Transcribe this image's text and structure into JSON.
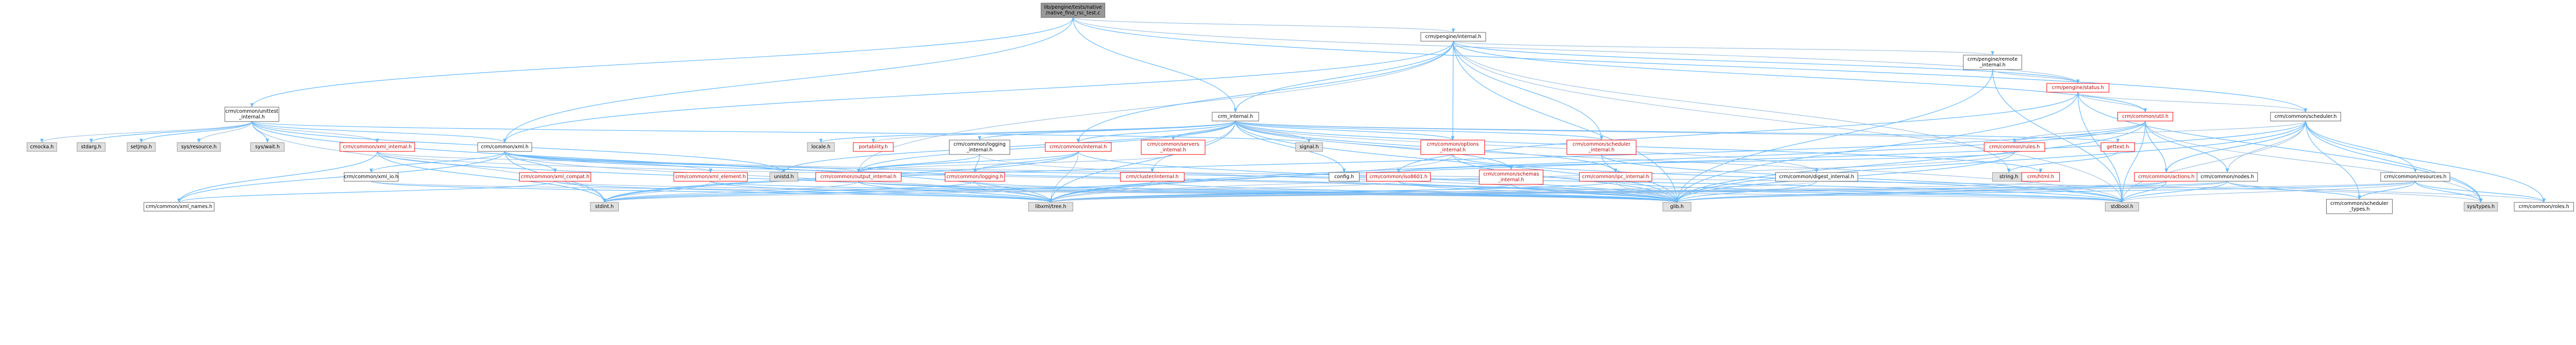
{
  "colors": {
    "root_fill": "#999999",
    "doc_fill": "#ffffff",
    "doc_stroke": "#666666",
    "missing_fill": "#e0e0e0",
    "missing_stroke": "#999999",
    "truncated_stroke": "#ff0000",
    "truncated_text": "#c00000",
    "edge": "#63b8ff",
    "edge_alt": "#9ec3e6"
  },
  "nodes": [
    {
      "id": "root",
      "kind": "root",
      "lines": [
        "lib/pengine/tests/native",
        "/native_find_rsc_test.c"
      ]
    },
    {
      "id": "pengine_internal",
      "kind": "doc",
      "lines": [
        "crm/pengine/internal.h"
      ]
    },
    {
      "id": "unittest_internal",
      "kind": "doc",
      "lines": [
        "crm/common/unittest",
        "_internal.h"
      ]
    },
    {
      "id": "crm_internal",
      "kind": "doc",
      "lines": [
        "crm_internal.h"
      ]
    },
    {
      "id": "remote_internal",
      "kind": "doc",
      "lines": [
        "crm/pengine/remote",
        "_internal.h"
      ]
    },
    {
      "id": "pengine_status",
      "kind": "red",
      "lines": [
        "crm/pengine/status.h"
      ]
    },
    {
      "id": "util_h",
      "kind": "red",
      "lines": [
        "crm/common/util.h"
      ]
    },
    {
      "id": "scheduler_h",
      "kind": "doc",
      "lines": [
        "crm/common/scheduler.h"
      ]
    },
    {
      "id": "cmocka",
      "kind": "missing",
      "lines": [
        "cmocka.h"
      ]
    },
    {
      "id": "stdarg",
      "kind": "missing",
      "lines": [
        "stdarg.h"
      ]
    },
    {
      "id": "setjmp",
      "kind": "missing",
      "lines": [
        "setjmp.h"
      ]
    },
    {
      "id": "sysresource",
      "kind": "missing",
      "lines": [
        "sys/resource.h"
      ]
    },
    {
      "id": "syswait",
      "kind": "missing",
      "lines": [
        "sys/wait.h"
      ]
    },
    {
      "id": "xml_internal",
      "kind": "red",
      "lines": [
        "crm/common/xml_internal.h"
      ]
    },
    {
      "id": "xml_h",
      "kind": "doc",
      "lines": [
        "crm/common/xml.h"
      ]
    },
    {
      "id": "locale",
      "kind": "missing",
      "lines": [
        "locale.h"
      ]
    },
    {
      "id": "portability",
      "kind": "red",
      "lines": [
        "portability.h"
      ]
    },
    {
      "id": "logging_internal",
      "kind": "doc",
      "lines": [
        "crm/common/logging",
        "_internal.h"
      ]
    },
    {
      "id": "common_internal",
      "kind": "red",
      "lines": [
        "crm/common/internal.h"
      ]
    },
    {
      "id": "servers_internal",
      "kind": "red",
      "lines": [
        "crm/common/servers",
        "_internal.h"
      ]
    },
    {
      "id": "signal",
      "kind": "missing",
      "lines": [
        "signal.h"
      ]
    },
    {
      "id": "options_internal",
      "kind": "red",
      "lines": [
        "crm/common/options",
        "_internal.h"
      ]
    },
    {
      "id": "scheduler_internal",
      "kind": "red",
      "lines": [
        "crm/common/scheduler",
        "_internal.h"
      ]
    },
    {
      "id": "rules_h",
      "kind": "red",
      "lines": [
        "crm/common/rules.h"
      ]
    },
    {
      "id": "gettext",
      "kind": "red",
      "lines": [
        "gettext.h"
      ]
    },
    {
      "id": "actions_h",
      "kind": "red",
      "lines": [
        "crm/common/actions.h"
      ]
    },
    {
      "id": "xml_io",
      "kind": "doc",
      "lines": [
        "crm/common/xml_io.h"
      ]
    },
    {
      "id": "xml_compat",
      "kind": "red",
      "lines": [
        "crm/common/xml_compat.h"
      ]
    },
    {
      "id": "xml_element",
      "kind": "red",
      "lines": [
        "crm/common/xml_element.h"
      ]
    },
    {
      "id": "unistd",
      "kind": "missing",
      "lines": [
        "unistd.h"
      ]
    },
    {
      "id": "output_internal",
      "kind": "red",
      "lines": [
        "crm/common/output_internal.h"
      ]
    },
    {
      "id": "logging_h",
      "kind": "red",
      "lines": [
        "crm/common/logging.h"
      ]
    },
    {
      "id": "cluster_internal",
      "kind": "red",
      "lines": [
        "crm/cluster/internal.h"
      ]
    },
    {
      "id": "config_h",
      "kind": "doc",
      "lines": [
        "config.h"
      ]
    },
    {
      "id": "iso8601",
      "kind": "red",
      "lines": [
        "crm/common/iso8601.h"
      ]
    },
    {
      "id": "schemas_internal",
      "kind": "red",
      "lines": [
        "crm/common/schemas",
        "_internal.h"
      ]
    },
    {
      "id": "ipc_internal",
      "kind": "red",
      "lines": [
        "crm/common/ipc_internal.h"
      ]
    },
    {
      "id": "digest_internal",
      "kind": "doc",
      "lines": [
        "crm/common/digest_internal.h"
      ]
    },
    {
      "id": "string_h",
      "kind": "missing",
      "lines": [
        "string.h"
      ]
    },
    {
      "id": "html_h",
      "kind": "red",
      "lines": [
        "crm/html.h"
      ]
    },
    {
      "id": "nodes_h",
      "kind": "doc",
      "lines": [
        "crm/common/nodes.h"
      ]
    },
    {
      "id": "resources_h",
      "kind": "doc",
      "lines": [
        "crm/common/resources.h"
      ]
    },
    {
      "id": "xml_names",
      "kind": "doc",
      "lines": [
        "crm/common/xml_names.h"
      ]
    },
    {
      "id": "stdint",
      "kind": "missing",
      "lines": [
        "stdint.h"
      ]
    },
    {
      "id": "libxml_tree",
      "kind": "missing",
      "lines": [
        "libxml/tree.h"
      ]
    },
    {
      "id": "glib",
      "kind": "missing",
      "lines": [
        "glib.h"
      ]
    },
    {
      "id": "stdbool",
      "kind": "missing",
      "lines": [
        "stdbool.h"
      ]
    },
    {
      "id": "sched_types",
      "kind": "doc",
      "lines": [
        "crm/common/scheduler",
        "_types.h"
      ]
    },
    {
      "id": "systypes",
      "kind": "missing",
      "lines": [
        "sys/types.h"
      ]
    },
    {
      "id": "roles_h",
      "kind": "doc",
      "lines": [
        "crm/common/roles.h"
      ]
    }
  ],
  "edges": [
    [
      "root",
      "pengine_internal"
    ],
    [
      "root",
      "unittest_internal"
    ],
    [
      "root",
      "crm_internal"
    ],
    [
      "root",
      "pengine_status"
    ],
    [
      "root",
      "scheduler_h"
    ],
    [
      "root",
      "xml_h"
    ],
    [
      "pengine_internal",
      "remote_internal"
    ],
    [
      "pengine_internal",
      "pengine_status"
    ],
    [
      "pengine_internal",
      "crm_internal"
    ],
    [
      "pengine_internal",
      "string_h"
    ],
    [
      "pengine_internal",
      "options_internal"
    ],
    [
      "pengine_internal",
      "scheduler_internal"
    ],
    [
      "pengine_internal",
      "output_internal"
    ],
    [
      "pengine_internal",
      "xml_h"
    ],
    [
      "pengine_internal",
      "glib"
    ],
    [
      "pengine_internal",
      "stdbool"
    ],
    [
      "pengine_internal",
      "common_internal"
    ],
    [
      "pengine_internal",
      "util_h"
    ],
    [
      "remote_internal",
      "pengine_status"
    ],
    [
      "remote_internal",
      "glib"
    ],
    [
      "remote_internal",
      "stdbool"
    ],
    [
      "pengine_status",
      "util_h"
    ],
    [
      "pengine_status",
      "glib"
    ],
    [
      "pengine_status",
      "stdbool"
    ],
    [
      "pengine_status",
      "scheduler_h"
    ],
    [
      "pengine_status",
      "iso8601"
    ],
    [
      "pengine_status",
      "systypes"
    ],
    [
      "unittest_internal",
      "cmocka"
    ],
    [
      "unittest_internal",
      "stdarg"
    ],
    [
      "unittest_internal",
      "setjmp"
    ],
    [
      "unittest_internal",
      "sysresource"
    ],
    [
      "unittest_internal",
      "syswait"
    ],
    [
      "unittest_internal",
      "signal"
    ],
    [
      "unittest_internal",
      "xml_internal"
    ],
    [
      "unittest_internal",
      "xml_h"
    ],
    [
      "unittest_internal",
      "unistd"
    ],
    [
      "unittest_internal",
      "stdint"
    ],
    [
      "unittest_internal",
      "libxml_tree"
    ],
    [
      "crm_internal",
      "locale"
    ],
    [
      "crm_internal",
      "portability"
    ],
    [
      "crm_internal",
      "logging_internal"
    ],
    [
      "crm_internal",
      "common_internal"
    ],
    [
      "crm_internal",
      "servers_internal"
    ],
    [
      "crm_internal",
      "options_internal"
    ],
    [
      "crm_internal",
      "scheduler_internal"
    ],
    [
      "crm_internal",
      "signal"
    ],
    [
      "crm_internal",
      "config_h"
    ],
    [
      "crm_internal",
      "gettext"
    ],
    [
      "crm_internal",
      "rules_h"
    ],
    [
      "crm_internal",
      "html_h"
    ],
    [
      "crm_internal",
      "output_internal"
    ],
    [
      "crm_internal",
      "cluster_internal"
    ],
    [
      "crm_internal",
      "ipc_internal"
    ],
    [
      "crm_internal",
      "schemas_internal"
    ],
    [
      "crm_internal",
      "digest_internal"
    ],
    [
      "crm_internal",
      "glib"
    ],
    [
      "crm_internal",
      "libxml_tree"
    ],
    [
      "crm_internal",
      "stdbool"
    ],
    [
      "crm_internal",
      "unistd"
    ],
    [
      "xml_internal",
      "xml_names"
    ],
    [
      "xml_internal",
      "output_internal"
    ],
    [
      "xml_internal",
      "stdint"
    ],
    [
      "xml_internal",
      "libxml_tree"
    ],
    [
      "xml_internal",
      "glib"
    ],
    [
      "xml_h",
      "xml_io"
    ],
    [
      "xml_h",
      "xml_compat"
    ],
    [
      "xml_h",
      "xml_element"
    ],
    [
      "xml_h",
      "xml_names"
    ],
    [
      "xml_h",
      "stdint"
    ],
    [
      "xml_h",
      "libxml_tree"
    ],
    [
      "xml_h",
      "glib"
    ],
    [
      "xml_h",
      "stdbool"
    ],
    [
      "xml_h",
      "systypes"
    ],
    [
      "xml_h",
      "unistd"
    ],
    [
      "xml_io",
      "libxml_tree"
    ],
    [
      "xml_io",
      "glib"
    ],
    [
      "xml_compat",
      "xml_names"
    ],
    [
      "xml_compat",
      "libxml_tree"
    ],
    [
      "xml_compat",
      "glib"
    ],
    [
      "xml_element",
      "libxml_tree"
    ],
    [
      "xml_element",
      "glib"
    ],
    [
      "xml_element",
      "stdint"
    ],
    [
      "logging_internal",
      "output_internal"
    ],
    [
      "logging_internal",
      "logging_h"
    ],
    [
      "logging_internal",
      "glib"
    ],
    [
      "common_internal",
      "output_internal"
    ],
    [
      "common_internal",
      "logging_h"
    ],
    [
      "common_internal",
      "libxml_tree"
    ],
    [
      "common_internal",
      "glib"
    ],
    [
      "common_internal",
      "stdint"
    ],
    [
      "servers_internal",
      "output_internal"
    ],
    [
      "options_internal",
      "glib"
    ],
    [
      "options_internal",
      "stdbool"
    ],
    [
      "options_internal",
      "libxml_tree"
    ],
    [
      "scheduler_internal",
      "glib"
    ],
    [
      "scheduler_internal",
      "stdbool"
    ],
    [
      "output_internal",
      "stdint"
    ],
    [
      "output_internal",
      "libxml_tree"
    ],
    [
      "output_internal",
      "glib"
    ],
    [
      "output_internal",
      "stdbool"
    ],
    [
      "logging_h",
      "glib"
    ],
    [
      "logging_h",
      "stdint"
    ],
    [
      "logging_h",
      "libxml_tree"
    ],
    [
      "cluster_internal",
      "glib"
    ],
    [
      "cluster_internal",
      "stdint"
    ],
    [
      "cluster_internal",
      "libxml_tree"
    ],
    [
      "iso8601",
      "glib"
    ],
    [
      "iso8601",
      "stdbool"
    ],
    [
      "iso8601",
      "stdint"
    ],
    [
      "schemas_internal",
      "glib"
    ],
    [
      "schemas_internal",
      "libxml_tree"
    ],
    [
      "ipc_internal",
      "glib"
    ],
    [
      "ipc_internal",
      "stdbool"
    ],
    [
      "ipc_internal",
      "libxml_tree"
    ],
    [
      "digest_internal",
      "libxml_tree"
    ],
    [
      "digest_internal",
      "glib"
    ],
    [
      "rules_h",
      "glib"
    ],
    [
      "rules_h",
      "libxml_tree"
    ],
    [
      "rules_h",
      "iso8601"
    ],
    [
      "gettext",
      "string_h"
    ],
    [
      "html_h",
      "libxml_tree"
    ],
    [
      "util_h",
      "actions_h"
    ],
    [
      "util_h",
      "nodes_h"
    ],
    [
      "util_h",
      "rules_h"
    ],
    [
      "util_h",
      "glib"
    ],
    [
      "util_h",
      "stdbool"
    ],
    [
      "util_h",
      "systypes"
    ],
    [
      "util_h",
      "libxml_tree"
    ],
    [
      "util_h",
      "stdint"
    ],
    [
      "actions_h",
      "nodes_h"
    ],
    [
      "actions_h",
      "glib"
    ],
    [
      "actions_h",
      "stdbool"
    ],
    [
      "actions_h",
      "libxml_tree"
    ],
    [
      "actions_h",
      "scheduler_h"
    ],
    [
      "scheduler_h",
      "actions_h"
    ],
    [
      "scheduler_h",
      "nodes_h"
    ],
    [
      "scheduler_h",
      "resources_h"
    ],
    [
      "scheduler_h",
      "roles_h"
    ],
    [
      "scheduler_h",
      "rules_h"
    ],
    [
      "scheduler_h",
      "sched_types"
    ],
    [
      "scheduler_h",
      "glib"
    ],
    [
      "scheduler_h",
      "stdbool"
    ],
    [
      "scheduler_h",
      "libxml_tree"
    ],
    [
      "scheduler_h",
      "systypes"
    ],
    [
      "nodes_h",
      "glib"
    ],
    [
      "nodes_h",
      "stdbool"
    ],
    [
      "nodes_h",
      "sched_types"
    ],
    [
      "nodes_h",
      "roles_h"
    ],
    [
      "nodes_h",
      "libxml_tree"
    ],
    [
      "resources_h",
      "glib"
    ],
    [
      "resources_h",
      "stdbool"
    ],
    [
      "resources_h",
      "sched_types"
    ],
    [
      "resources_h",
      "roles_h"
    ],
    [
      "resources_h",
      "libxml_tree"
    ],
    [
      "resources_h",
      "systypes"
    ]
  ]
}
